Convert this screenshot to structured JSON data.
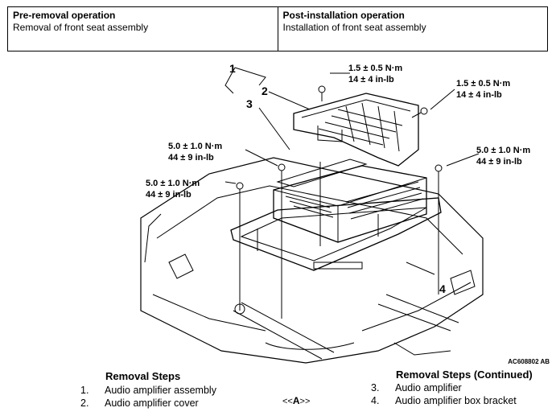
{
  "header": {
    "pre_removal_title": "Pre-removal operation",
    "pre_removal_text": "Removal of front seat assembly",
    "post_install_title": "Post-installation operation",
    "post_install_text": "Installation of front seat assembly"
  },
  "diagram": {
    "callouts": {
      "c1": "1",
      "c2": "2",
      "c3": "3",
      "c4": "4"
    },
    "torques": {
      "t1_nm": "1.5 ± 0.5 N·m",
      "t1_inlb": "14 ± 4 in-lb",
      "t2_nm": "1.5 ± 0.5 N·m",
      "t2_inlb": "14 ± 4 in-lb",
      "t3_nm": "5.0 ± 1.0 N·m",
      "t3_inlb": "44 ± 9 in-lb",
      "t4_nm": "5.0 ± 1.0 N·m",
      "t4_inlb": "44 ± 9 in-lb",
      "t5_nm": "5.0 ± 1.0 N·m",
      "t5_inlb": "44 ± 9 in-lb"
    },
    "figure_id": "AC608802 AB"
  },
  "steps_left": {
    "title": "Removal Steps",
    "items": [
      {
        "num": "1.",
        "label": "Audio amplifier assembly"
      },
      {
        "num": "2.",
        "label": "Audio amplifier cover"
      }
    ],
    "ref_prefix": "<<",
    "ref_letter": "A",
    "ref_suffix": ">>"
  },
  "steps_right": {
    "title": "Removal Steps (Continued)",
    "items": [
      {
        "num": "3.",
        "label": "Audio amplifier"
      },
      {
        "num": "4.",
        "label": "Audio amplifier box bracket"
      }
    ]
  }
}
